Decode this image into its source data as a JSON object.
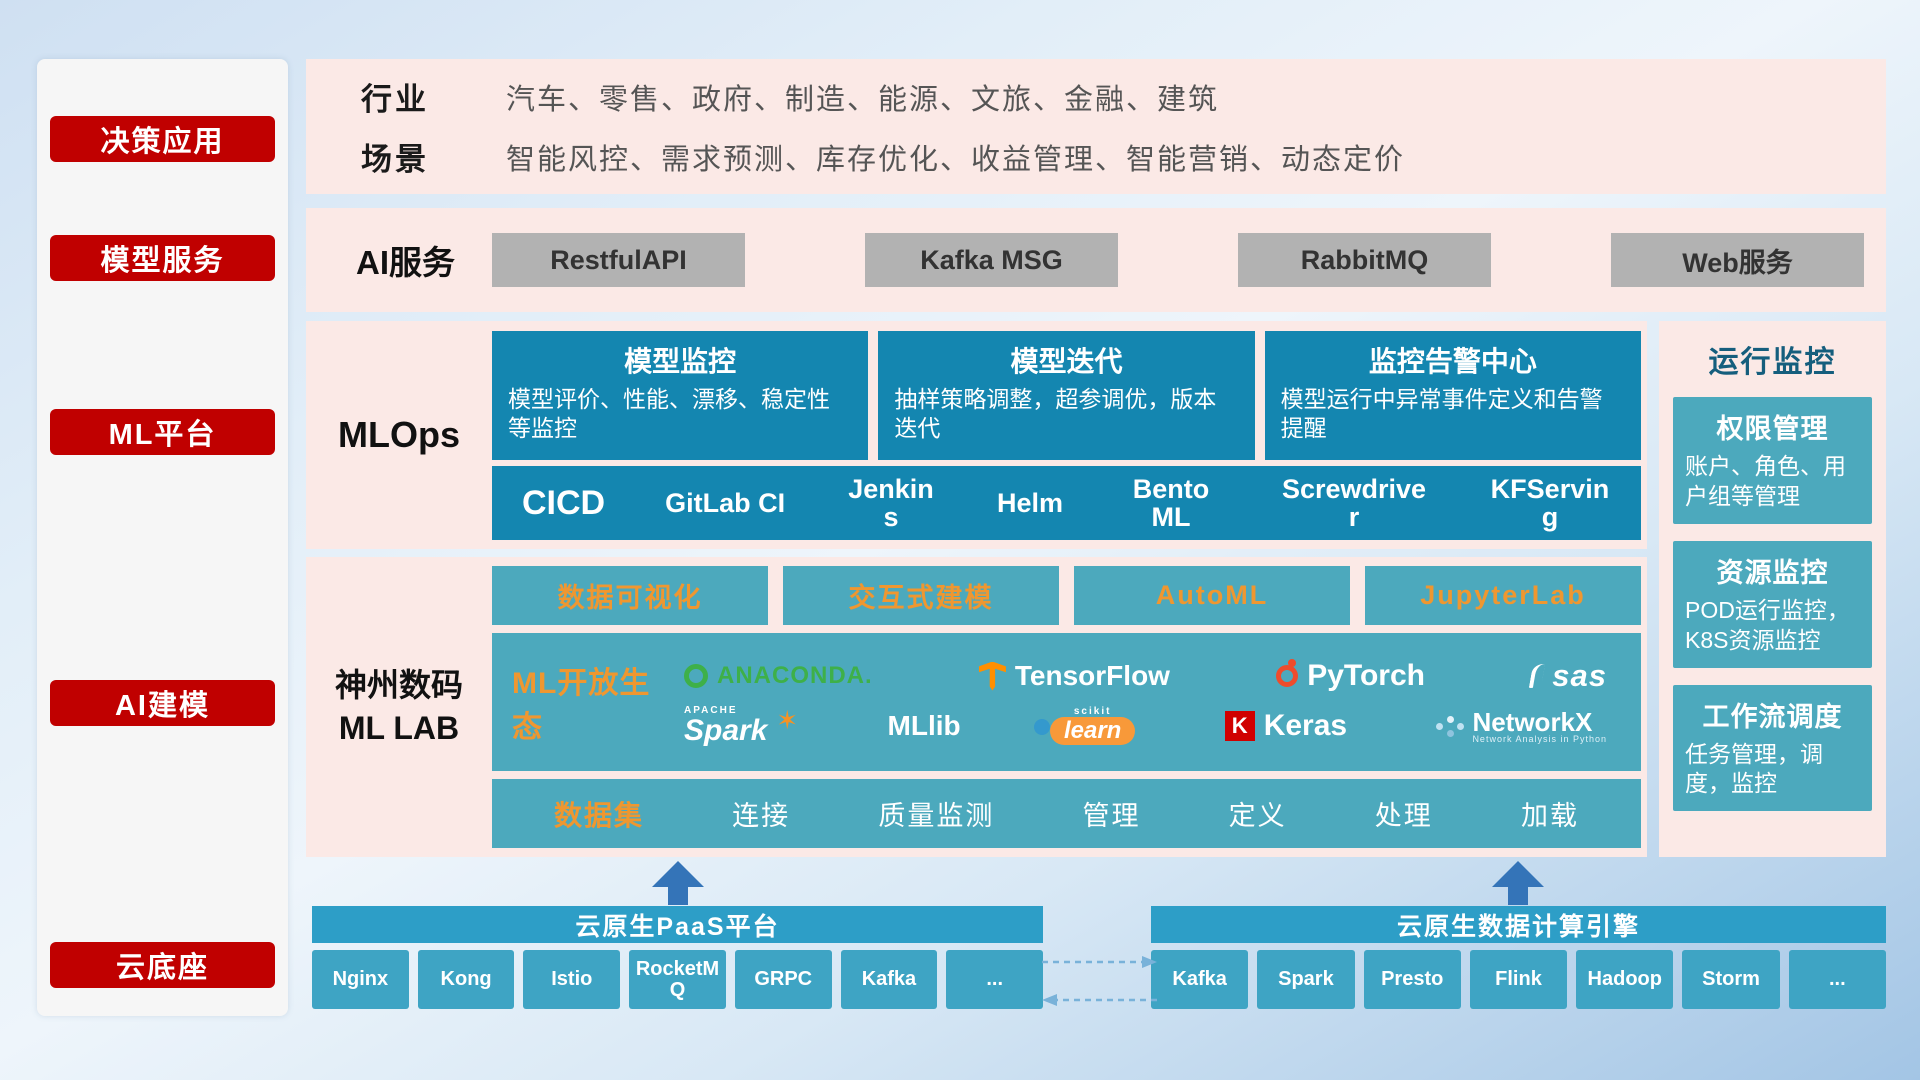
{
  "sidebar": {
    "items": [
      "决策应用",
      "模型服务",
      "ML平台",
      "AI建模",
      "云底座"
    ]
  },
  "industry": {
    "row1_label": "行业",
    "row1_text": "汽车、零售、政府、制造、能源、文旅、金融、建筑",
    "row2_label": "场景",
    "row2_text": "智能风控、需求预测、库存优化、收益管理、智能营销、动态定价"
  },
  "ai_service": {
    "label": "AI服务",
    "buttons": [
      "RestfulAPI",
      "Kafka MSG",
      "RabbitMQ",
      "Web服务"
    ]
  },
  "mlops": {
    "label": "MLOps",
    "cards": [
      {
        "title": "模型监控",
        "desc": "模型评价、性能、漂移、稳定性等监控"
      },
      {
        "title": "模型迭代",
        "desc": "抽样策略调整，超参调优，版本迭代"
      },
      {
        "title": "监控告警中心",
        "desc": "模型运行中异常事件定义和告警提醒"
      }
    ],
    "cicd": {
      "title": "CICD",
      "items": [
        "GitLab CI",
        "Jenkins",
        "Helm",
        "BentoML",
        "Screwdriver",
        "KFServing"
      ]
    }
  },
  "monitor": {
    "title": "运行监控",
    "cards": [
      {
        "title": "权限管理",
        "desc": "账户、角色、用户组等管理"
      },
      {
        "title": "资源监控",
        "desc": "POD运行监控，K8S资源监控"
      },
      {
        "title": "工作流调度",
        "desc": "任务管理，调度，监控"
      }
    ]
  },
  "mllab": {
    "label_line1": "神州数码",
    "label_line2": "ML LAB",
    "tools": [
      "数据可视化",
      "交互式建模",
      "AutoML",
      "JupyterLab"
    ],
    "ecosystem_label": "ML开放生态",
    "logos": {
      "anaconda": "ANACONDA.",
      "tensorflow": "TensorFlow",
      "pytorch": "PyTorch",
      "sas": "sas",
      "spark_sub": "APACHE",
      "spark": "Spark",
      "mllib": "MLlib",
      "scikit_sub": "scikit",
      "scikit": "learn",
      "keras_icon": "K",
      "keras": "Keras",
      "networkx": "NetworkX",
      "networkx_sub": "Network Analysis in Python"
    },
    "data_row": {
      "label": "数据集",
      "items": [
        "连接",
        "质量监测",
        "管理",
        "定义",
        "处理",
        "加载"
      ]
    }
  },
  "paas": {
    "title": "云原生PaaS平台",
    "items": [
      "Nginx",
      "Kong",
      "Istio",
      "RocketMQ",
      "GRPC",
      "Kafka",
      "..."
    ]
  },
  "engine": {
    "title": "云原生数据计算引擎",
    "items": [
      "Kafka",
      "Spark",
      "Presto",
      "Flink",
      "Hadoop",
      "Storm",
      "..."
    ]
  },
  "colors": {
    "accent_red": "#c00000",
    "dark_teal": "#1486b0",
    "light_teal": "#4ca9bd",
    "orange": "#ef9730",
    "band_pink": "#fbe9e6",
    "bar_blue": "#2d9ec7"
  }
}
